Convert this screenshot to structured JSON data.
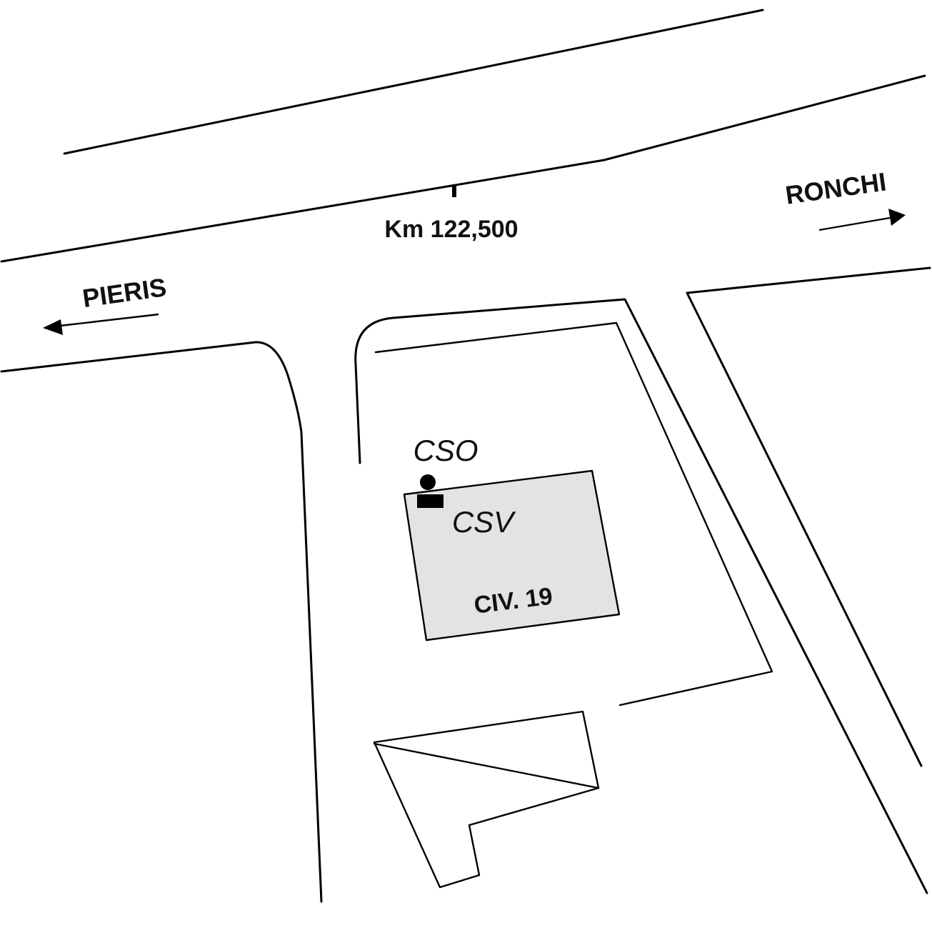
{
  "labels": {
    "km_marker": "Km 122,500",
    "direction_east": "RONCHI",
    "direction_west": "PIERIS",
    "cso": "CSO",
    "csv": "CSV",
    "building": "CIV. 19"
  },
  "colors": {
    "line": "#000000",
    "building_fill": "#e3e3e3",
    "background": "#ffffff"
  },
  "icons": {
    "cso_marker": "filled-circle",
    "csv_marker": "filled-rectangle",
    "arrow_east": "arrow-right",
    "arrow_west": "arrow-left"
  }
}
